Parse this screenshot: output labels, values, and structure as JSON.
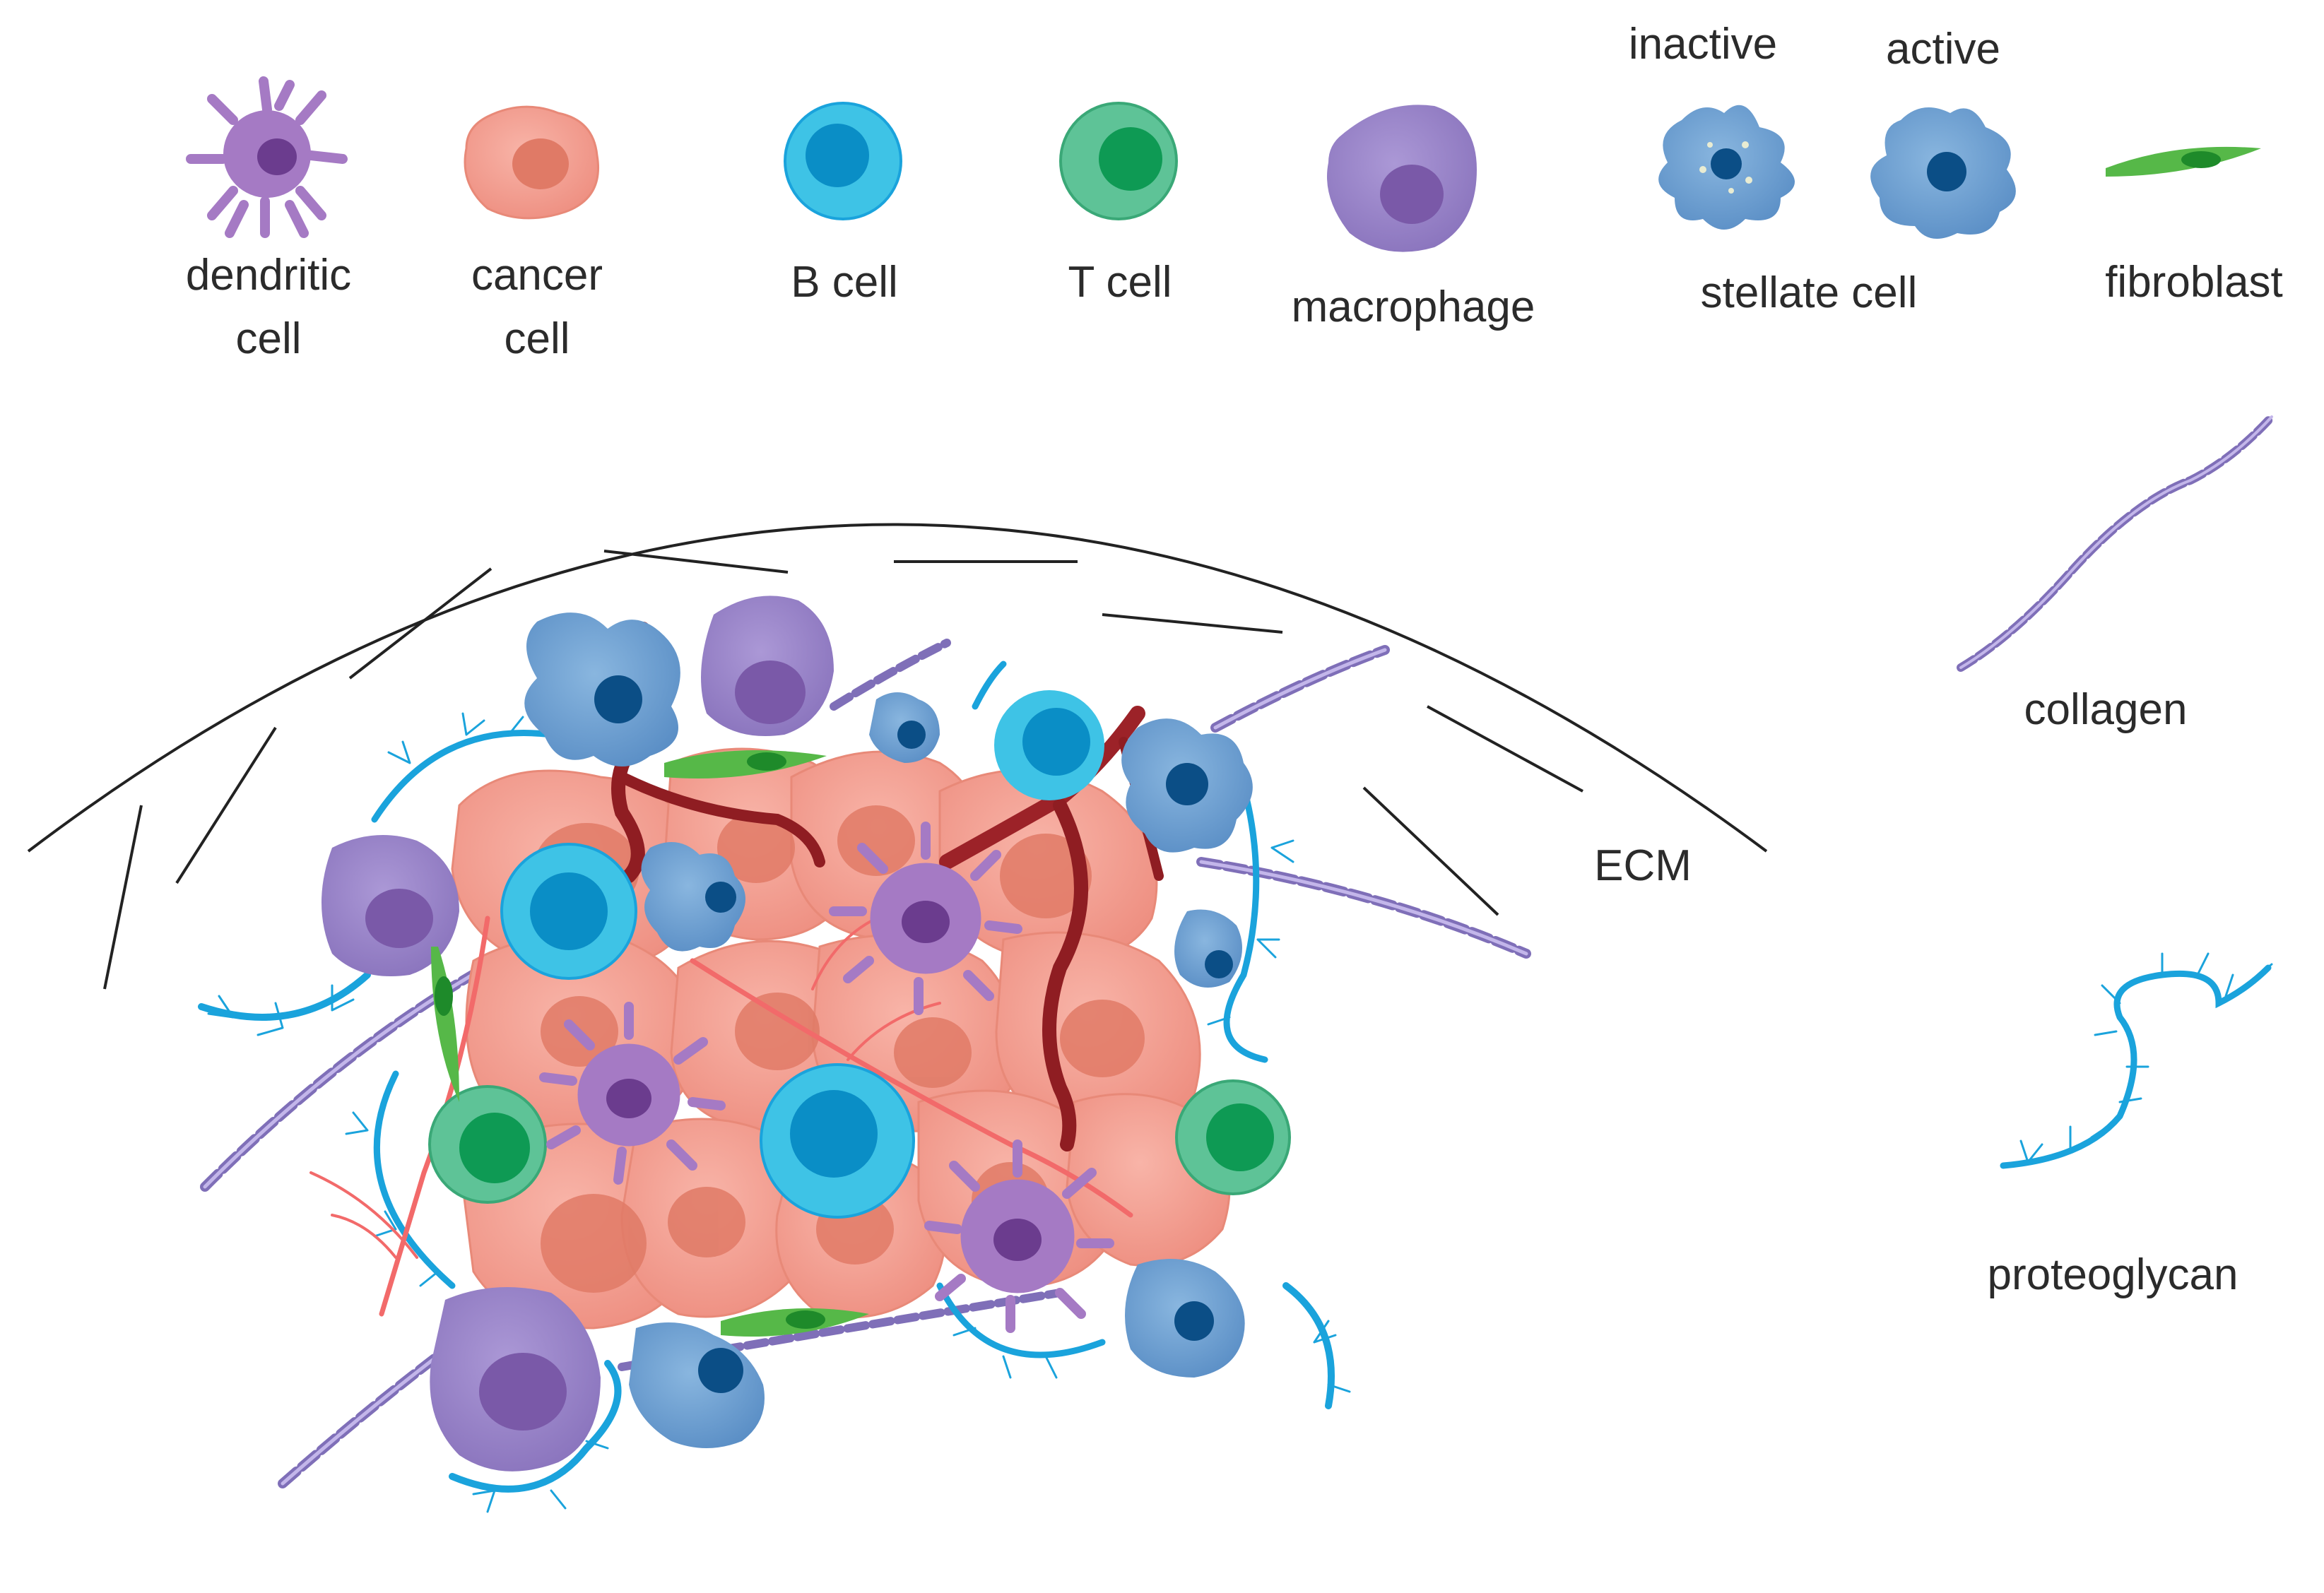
{
  "legend": {
    "dendritic": "dendritic\ncell",
    "cancer": "cancer\ncell",
    "bcell": "B cell",
    "tcell": "T cell",
    "macrophage": "macrophage",
    "inactive": "inactive",
    "active": "active",
    "stellate": "stellate cell",
    "fibroblast": "fibroblast",
    "collagen": "collagen",
    "proteoglycan": "proteoglycan"
  },
  "diagram": {
    "ecm": "ECM"
  },
  "colors": {
    "dendritic": "#a57ac4",
    "dendritic_nucleus": "#6b3c8e",
    "cancer": "#f4a296",
    "cancer_nucleus": "#e07a66",
    "bcell": "#3ec3e6",
    "bcell_nucleus": "#0a8ec6",
    "tcell": "#5ec397",
    "tcell_nucleus": "#0e9a54",
    "macrophage": "#9a84c7",
    "macrophage_nucleus": "#7a59a8",
    "stellate": "#6f9fd0",
    "stellate_nucleus": "#0b4e86",
    "fibroblast": "#56b848",
    "fibroblast_nucleus": "#1e8a2a",
    "collagen": "#8a78c4",
    "proteoglycan": "#1aa3dc",
    "vessel": "#9a1f24",
    "capillary": "#f26a6a",
    "ecm_line": "#222222"
  }
}
